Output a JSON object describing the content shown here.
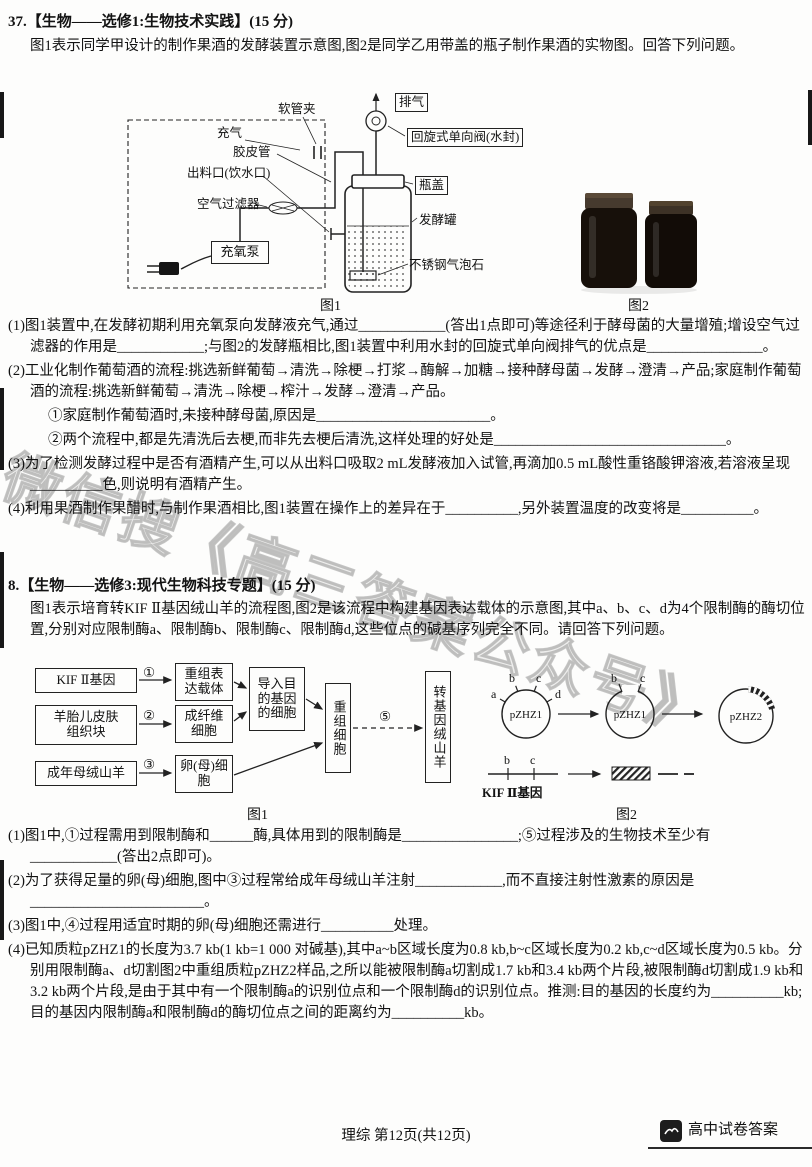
{
  "page": {
    "footer": {
      "center": "理综 第12页(共12页)",
      "brand": "高中试卷答案"
    },
    "watermark": "微信搜《高三答案公众号》"
  },
  "q37": {
    "header": "37.【生物——选修1:生物技术实践】(15 分)",
    "intro": "图1表示同学甲设计的制作果酒的发酵装置示意图,图2是同学乙用带盖的瓶子制作果酒的实物图。回答下列问题。",
    "fig1": {
      "caption": "图1",
      "labels": {
        "clamp": "软管夹",
        "inflate": "充气",
        "exhaust": "排气",
        "valve": "回旋式单向阀(水封)",
        "rubber_tube": "胶皮管",
        "outlet": "出料口(饮水口)",
        "cap": "瓶盖",
        "air_filter": "空气过滤器",
        "tank": "发酵罐",
        "pump": "充氧泵",
        "bubble_stone": "不锈钢气泡石"
      }
    },
    "fig2": {
      "caption": "图2"
    },
    "items": {
      "i1": "(1)图1装置中,在发酵初期利用充氧泵向发酵液充气,通过____________(答出1点即可)等途径利于酵母菌的大量增殖;增设空气过滤器的作用是____________;与图2的发酵瓶相比,图1装置中利用水封的回旋式单向阀排气的优点是________________。",
      "i2": "(2)工业化制作葡萄酒的流程:挑选新鲜葡萄→清洗→除梗→打浆→酶解→加糖→接种酵母菌→发酵→澄清→产品;家庭制作葡萄酒的流程:挑选新鲜葡萄→清洗→除梗→榨汁→发酵→澄清→产品。",
      "i2a": "①家庭制作葡萄酒时,未接种酵母菌,原因是________________________。",
      "i2b": "②两个流程中,都是先清洗后去梗,而非先去梗后清洗,这样处理的好处是________________________________。",
      "i3": "(3)为了检测发酵过程中是否有酒精产生,可以从出料口吸取2 mL发酵液加入试管,再滴加0.5 mL酸性重铬酸钾溶液,若溶液呈现__________色,则说明有酒精产生。",
      "i4": "(4)利用果酒制作果醋时,与制作果酒相比,图1装置在操作上的差异在于__________,另外装置温度的改变将是__________。"
    }
  },
  "q8": {
    "header": "8.【生物——选修3:现代生物科技专题】(15 分)",
    "intro": "图1表示培育转KIF Ⅱ基因绒山羊的流程图,图2是该流程中构建基因表达载体的示意图,其中a、b、c、d为4个限制酶的酶切位置,分别对应限制酶a、限制酶b、限制酶c、限制酶d,这些位点的碱基序列完全不同。请回答下列问题。",
    "fig1": {
      "caption": "图1",
      "boxes": {
        "gene": "KIF Ⅱ基因",
        "tissue": "羊胎儿皮肤组织块",
        "goat": "成年母绒山羊",
        "vector": "重组表达载体",
        "fibroblast": "成纤维细胞",
        "oocyte": "卵(母)细胞",
        "introduced": "导入目的基因的细胞",
        "recombinant": "重组细胞",
        "transgenic": "转基因绒山羊"
      },
      "steps": {
        "s1": "①",
        "s2": "②",
        "s3": "③",
        "s5": "⑤"
      }
    },
    "fig2": {
      "caption": "图2",
      "plasmid1": "pZHZ1",
      "plasmid2": "pZHZ1",
      "plasmid3": "pZHZ2",
      "gene_label": "KIF Ⅱ基因",
      "sites": {
        "a": "a",
        "b": "b",
        "c": "c",
        "d": "d"
      }
    },
    "items": {
      "i1": "(1)图1中,①过程需用到限制酶和______酶,具体用到的限制酶是________________;⑤过程涉及的生物技术至少有____________(答出2点即可)。",
      "i2": "(2)为了获得足量的卵(母)细胞,图中③过程常给成年母绒山羊注射____________,而不直接注射性激素的原因是________________________。",
      "i3": "(3)图1中,④过程用适宜时期的卵(母)细胞还需进行__________处理。",
      "i4": "(4)已知质粒pZHZ1的长度为3.7 kb(1 kb=1 000 对碱基),其中a~b区域长度为0.8 kb,b~c区域长度为0.2 kb,c~d区域长度为0.5 kb。分别用限制酶a、d切割图2中重组质粒pZHZ2样品,之所以能被限制酶a切割成1.7 kb和3.4 kb两个片段,被限制酶d切割成1.9 kb和3.2 kb两个片段,是由于其中有一个限制酶a的识别位点和一个限制酶d的识别位点。推测:目的基因的长度约为__________kb;目的基因内限制酶a和限制酶d的酶切位点之间的距离约为__________kb。"
    }
  }
}
